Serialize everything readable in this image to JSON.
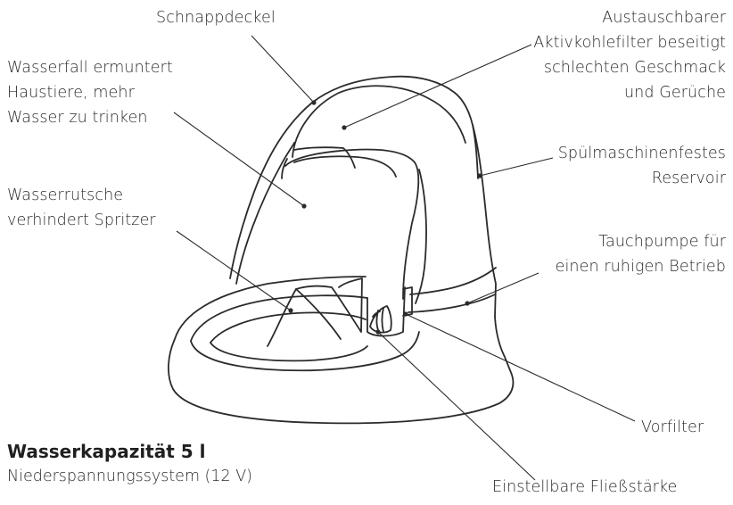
{
  "labels": {
    "snap_lid": [
      "Schnappdeckel"
    ],
    "waterfall": [
      "Wasserfall ermuntert",
      "Haustiere, mehr",
      "Wasser zu trinken"
    ],
    "slide": [
      "Wasserrutsche",
      "verhindert Spritzer"
    ],
    "filter": [
      "Austauschbarer",
      "Aktivkohlefilter beseitigt",
      "schlechten Geschmack",
      "und Gerüche"
    ],
    "reservoir": [
      "Spülmaschinenfestes",
      "Reservoir"
    ],
    "pump": [
      "Tauchpumpe für",
      "einen ruhigen Betrieb"
    ],
    "prefilter": [
      "Vorfilter"
    ],
    "flow": [
      "Einstellbare Fließstärke"
    ]
  },
  "capacity": {
    "title": "Wasserkapazität 5 l",
    "subtitle": "Niederspannungssystem (12 V)"
  }
}
